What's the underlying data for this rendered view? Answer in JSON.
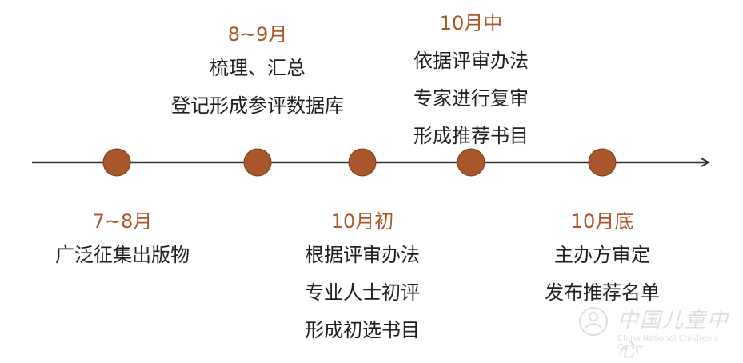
{
  "timeline": {
    "accent_color": "#A8562A",
    "line_color": "#333333",
    "node_color": "#A8562A",
    "milestones": [
      {
        "date": "7~8月",
        "lines": [
          "广泛征集出版物"
        ]
      },
      {
        "date": "8~9月",
        "lines": [
          "梳理、汇总",
          "登记形成参评数据库"
        ]
      },
      {
        "date": "10月初",
        "lines": [
          "根据评审办法",
          "专业人士初评",
          "形成初选书目"
        ]
      },
      {
        "date": "10月中",
        "lines": [
          "依据评审办法",
          "专家进行复审",
          "形成推荐书目"
        ]
      },
      {
        "date": "10月底",
        "lines": [
          "主办方审定",
          "发布推荐名单"
        ]
      }
    ]
  },
  "watermark": {
    "cn_text": "中国儿童中心",
    "en_text": "China National Children's Center"
  }
}
